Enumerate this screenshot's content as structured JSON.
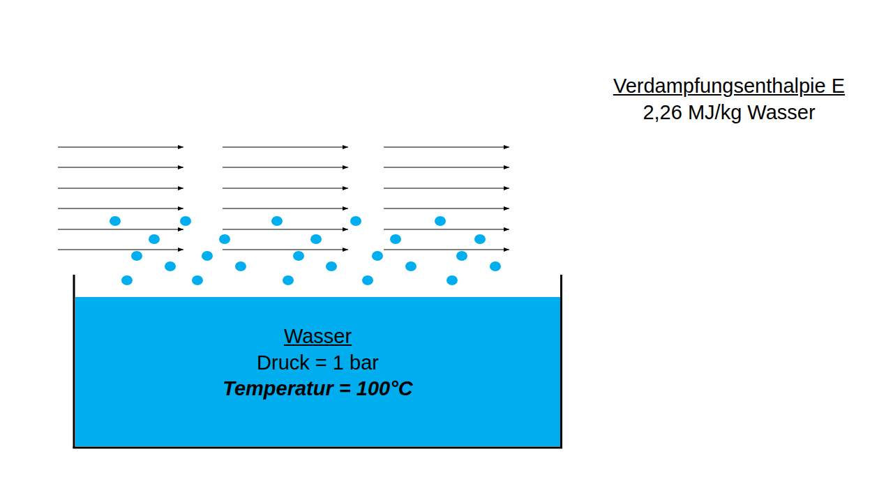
{
  "diagram": {
    "nodes": [
      {
        "text": [
          "Wasser",
          "Druck = 1 bar",
          "Temperatur = 100°C"
        ]
      }
    ],
    "labels": [
      "Verdampfungsenthalpie E",
      "2,26 MJ/kg Wasser"
    ]
  }
}
